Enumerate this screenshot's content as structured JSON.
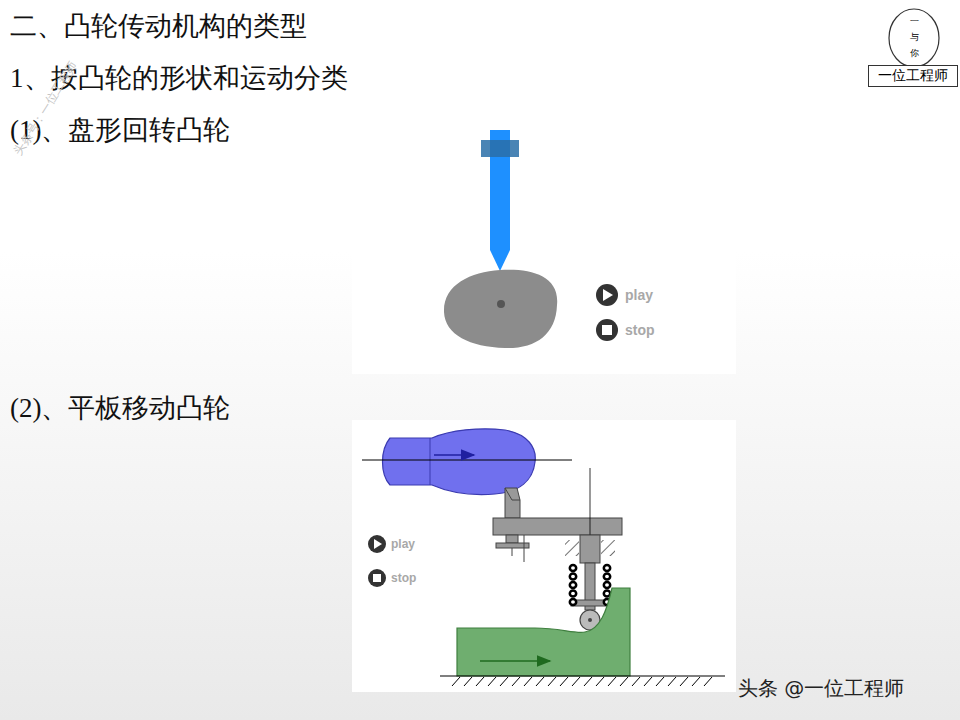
{
  "diagram": {
    "title": "二、凸轮传动机构的类型",
    "nodes": [
      {
        "text": [
          "一",
          "与",
          "你"
        ]
      },
      {
        "text": [
          "一位工程师"
        ]
      }
    ],
    "edges": [],
    "labels": [
      "1、按凸轮的形状和运动分类",
      "(1)、盘形回转凸轮",
      "(2)、平板移动凸轮",
      "play",
      "stop",
      "play",
      "stop",
      "头条号：一位工程师",
      "头条 @一位工程师"
    ]
  }
}
